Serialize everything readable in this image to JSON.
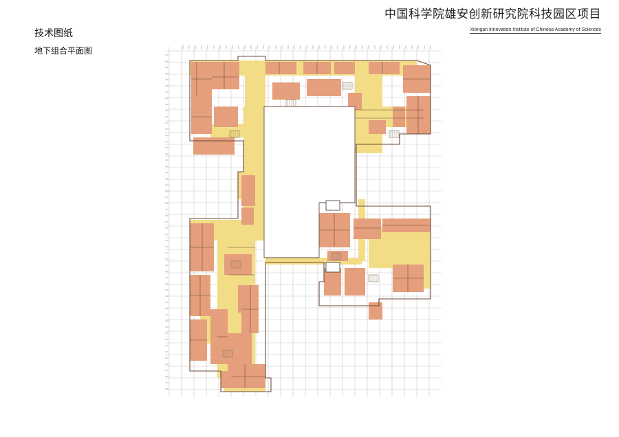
{
  "header": {
    "project_title": "中国科学院雄安创新研究院科技园区项目",
    "project_subtitle": "Xiongan Innovation Institute of Chinese Academy of Sciences"
  },
  "sheet": {
    "section_title": "技术图纸",
    "drawing_title": "地下组合平面图"
  },
  "plan": {
    "colors": {
      "room_fill": "#e59f7c",
      "corridor_fill": "#f2dd86",
      "outline": "#6b4b3c",
      "grid_line": "#b9b9b9",
      "stair_hatch": "#8a7a5a"
    }
  }
}
